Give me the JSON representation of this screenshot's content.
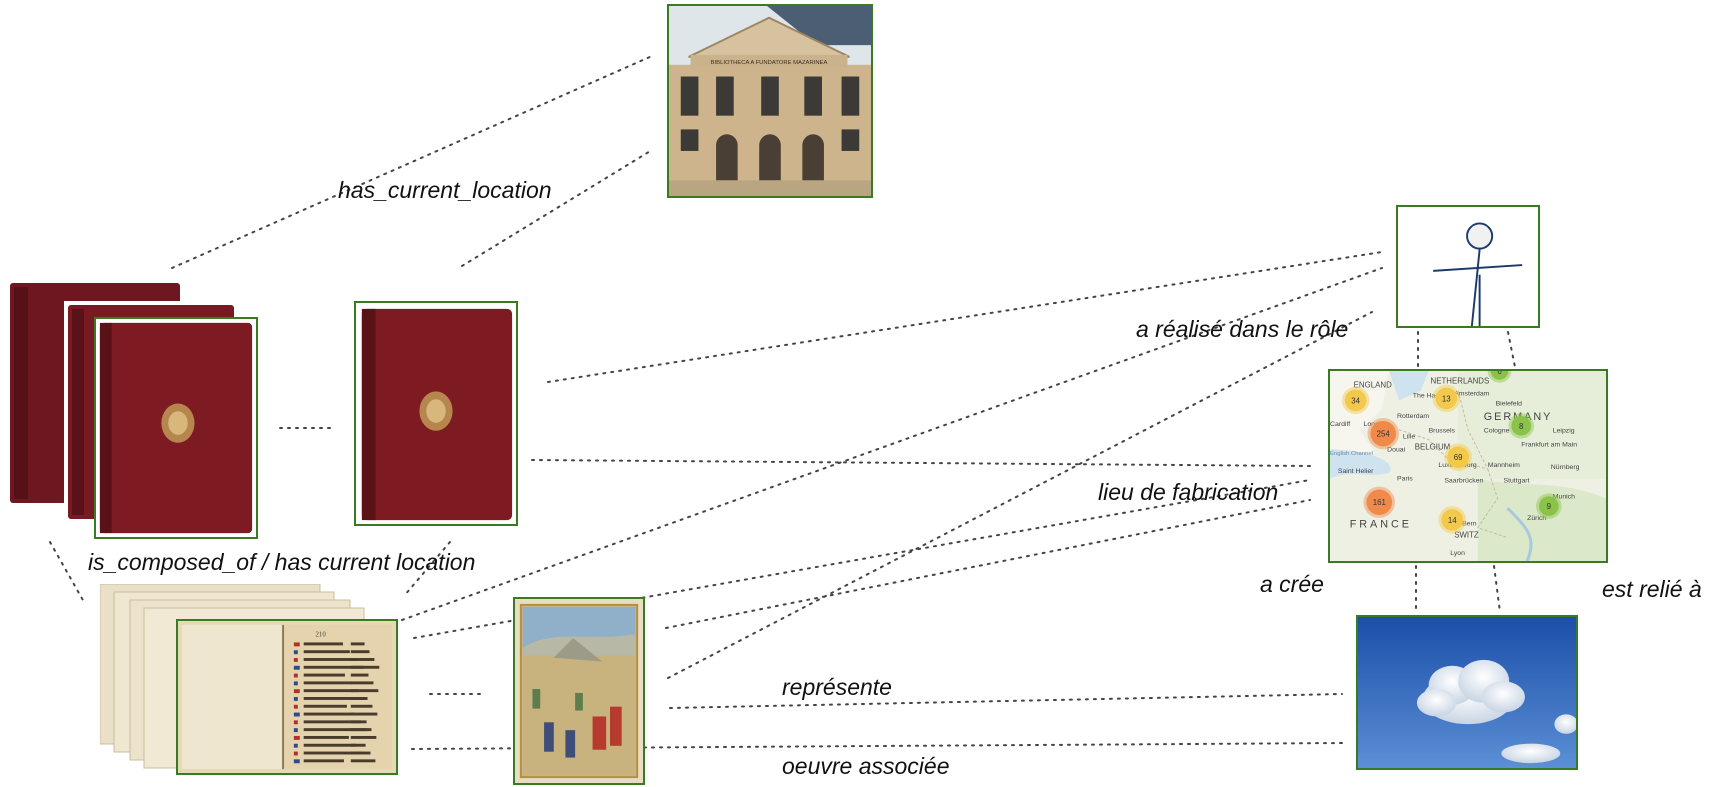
{
  "labels": {
    "has_current_location": "has_current_location",
    "is_composed_of": "is_composed_of / has current location",
    "a_realise": "a réalisé dans le rôle",
    "lieu_fabrication": "lieu de fabrication",
    "a_cree": "a crée",
    "est_relie": "est relié à",
    "represente": "représente",
    "oeuvre_associee": "oeuvre associée"
  },
  "building": {
    "inscription": "BIBLIOTHECA A FUNDATORE MAZARINEA"
  },
  "map": {
    "places": [
      "ENGLAND",
      "NETHERLANDS",
      "The Hague",
      "Amsterdam",
      "Bielefeld",
      "GERMANY",
      "Leipzig",
      "Rotterdam",
      "London",
      "Cardiff",
      "Brussels",
      "Cologne",
      "Lille",
      "Frankfurt am Main",
      "BELGIUM",
      "Douai",
      "English Channel",
      "Luxembourg",
      "Mannheim",
      "Nürnberg",
      "Saint Helier",
      "Paris",
      "Saarbrücken",
      "Stuttgart",
      "Munich",
      "Zürich",
      "FRANCE",
      "Bern",
      "SWITZ",
      "Lyon"
    ],
    "clusters": [
      {
        "count": "34",
        "color": "#f2c94c"
      },
      {
        "count": "13",
        "color": "#f2c94c"
      },
      {
        "count": "6",
        "color": "#8bc34a"
      },
      {
        "count": "254",
        "color": "#f08a4b"
      },
      {
        "count": "8",
        "color": "#8bc34a"
      },
      {
        "count": "69",
        "color": "#f2c94c"
      },
      {
        "count": "161",
        "color": "#f08a4b"
      },
      {
        "count": "14",
        "color": "#f2c94c"
      },
      {
        "count": "9",
        "color": "#8bc34a"
      }
    ]
  },
  "page": {
    "folio_number": "210"
  },
  "colors": {
    "frame": "#3a7a22",
    "leather": "#7e1a22",
    "link": "#444444"
  },
  "icons": [
    "building-photo",
    "book-cover-icon",
    "person-stick-figure-icon",
    "map-clusters",
    "cloud-sky-photo",
    "manuscript-page-icon",
    "miniature-painting-icon"
  ]
}
